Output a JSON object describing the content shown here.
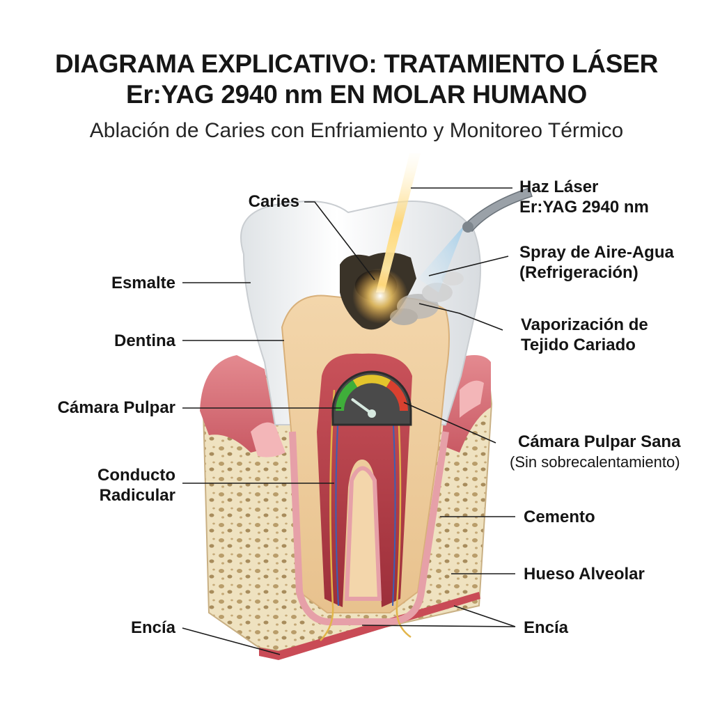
{
  "header": {
    "title_line1": "DIAGRAMA EXPLICATIVO: TRATAMIENTO LÁSER",
    "title_line2": "Er:YAG 2940 nm EN MOLAR HUMANO",
    "subtitle": "Ablación de Caries con Enfriamiento y Monitoreo Térmico"
  },
  "labels": {
    "caries": "Caries",
    "laser_line1": "Haz Láser",
    "laser_line2": "Er:YAG 2940 nm",
    "spray_line1": "Spray de Aire-Agua",
    "spray_line2": "(Refrigeración)",
    "vapor_line1": "Vaporización de",
    "vapor_line2": "Tejido Cariado",
    "esmalte": "Esmalte",
    "dentina": "Dentina",
    "camara": "Cámara Pulpar",
    "sana_line1": "Cámara Pulpar Sana",
    "sana_line2": "(Sin sobrecalentamiento)",
    "conducto_line1": "Conducto",
    "conducto_line2": "Radicular",
    "cemento": "Cemento",
    "hueso": "Hueso Alveolar",
    "encia_left": "Encía",
    "encia_right": "Encía"
  },
  "colors": {
    "enamel": "#eef0f2",
    "dentin": "#f0cf9f",
    "pulp": "#b8404a",
    "bone": "#efe2c0",
    "gum": "#d9727a",
    "laser": "#ffd36b",
    "caries": "#3a3328"
  },
  "gauge": {
    "level": 0.2
  }
}
